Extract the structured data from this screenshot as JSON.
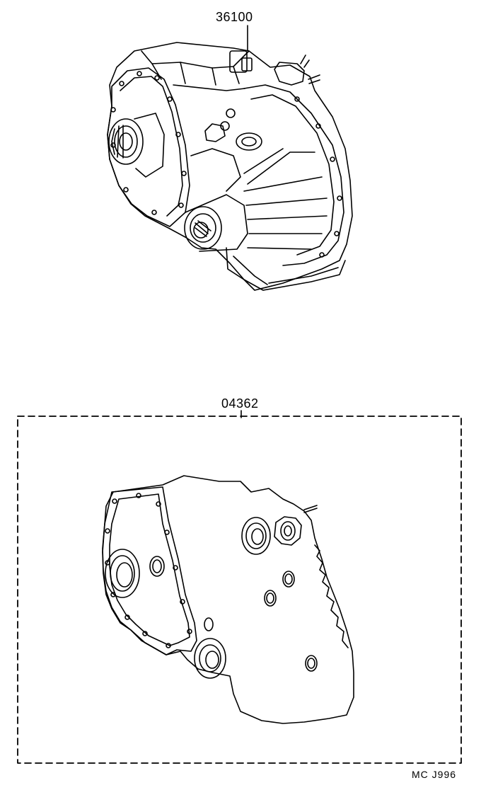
{
  "parts": {
    "transfer_assembly": {
      "number": "36100"
    },
    "gasket_kit": {
      "number": "04362"
    }
  },
  "footer": {
    "code": "MC  J996"
  },
  "colors": {
    "line": "#000000",
    "background": "#ffffff"
  }
}
